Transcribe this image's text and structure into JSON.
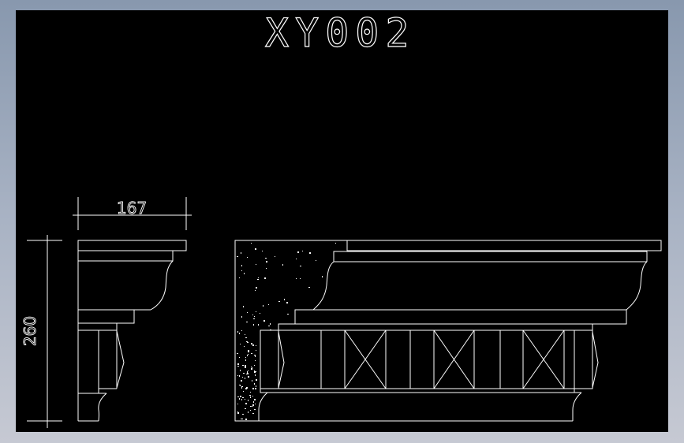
{
  "drawing": {
    "title": "XY002",
    "dimensions": {
      "width": "167",
      "height": "260"
    },
    "colors": {
      "background": "#000000",
      "lines": "#ffffff",
      "frame": "#a9b3c4"
    }
  }
}
